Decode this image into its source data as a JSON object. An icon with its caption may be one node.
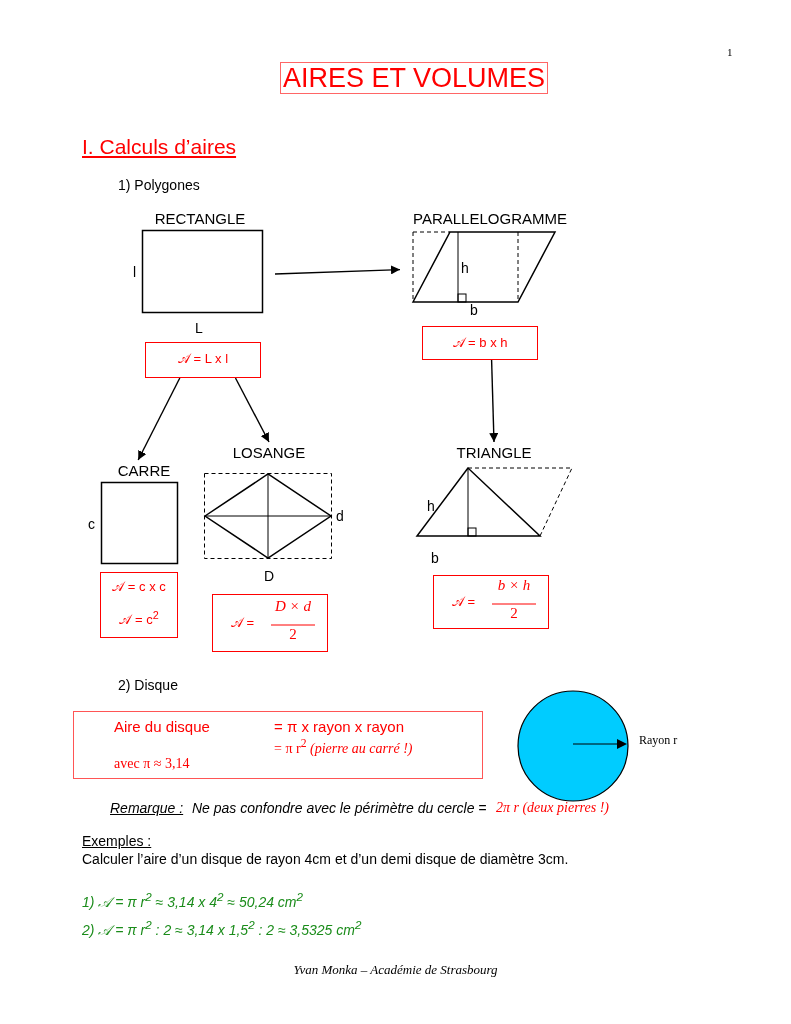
{
  "diagram": {
    "title": "AIRES ET VOLUMES",
    "nodes": [
      {
        "text": [
          "RECTANGLE"
        ],
        "beside": [
          "l",
          "L"
        ]
      },
      {
        "text": [
          "𝒜 = L x l"
        ]
      },
      {
        "text": [
          "PARALLELOGRAMME",
          "h"
        ],
        "beside": [
          "b"
        ]
      },
      {
        "text": [
          "𝒜 = b x h"
        ]
      },
      {
        "text": [
          "CARRE"
        ],
        "beside": [
          "c"
        ]
      },
      {
        "text": [
          "𝒜 = c x c",
          "𝒜 = c$^{2}$"
        ]
      },
      {
        "text": [
          "LOSANGE"
        ],
        "beside": [
          "d",
          "D"
        ]
      },
      {
        "text": [
          "𝒜 =",
          "D × d",
          "2"
        ]
      },
      {
        "text": [
          "TRIANGLE"
        ],
        "beside": [
          "h",
          "b"
        ]
      },
      {
        "text": [
          "𝒜 =",
          "b × h",
          "2"
        ]
      },
      {
        "text": [
          "Aire du disque",
          "= π x rayon x rayon",
          "= π r$^{2}$ *(pierre au carré !)*",
          "avec π ≈ 3,14"
        ]
      },
      {
        "text": [],
        "shape": "circle",
        "beside": [
          "Rayon r"
        ]
      }
    ],
    "edges": [
      {
        "from": 0,
        "to": 2,
        "arrow": "to"
      },
      {
        "from": 1,
        "to": 4,
        "arrow": "to"
      },
      {
        "from": 1,
        "to": 6,
        "arrow": "to"
      },
      {
        "from": 3,
        "to": 8,
        "arrow": "to"
      }
    ],
    "labels": [
      "1",
      "I. Calculs d’aires",
      "1) Polygones",
      "2) Disque",
      "Remarque :",
      "Ne pas confondre avec le périmètre du cercle =",
      "2π r (deux pierres !)",
      "Exemples :",
      "Calculer l’aire d’un disque de rayon 4cm et d’un demi disque de diamètre 3cm.",
      "1) 𝒜 = π r$^{2}$ ≈ 3,14 x 4$^{2}$ ≈ 50,24 cm$^{2}$",
      "2) 𝒜 = π r$^{2}$ : 2 ≈ 3,14 x 1,5$^{2}$ : 2 ≈ 3,5325 cm$^{2}$",
      "Yvan Monka – Académie de Strasbourg"
    ]
  }
}
